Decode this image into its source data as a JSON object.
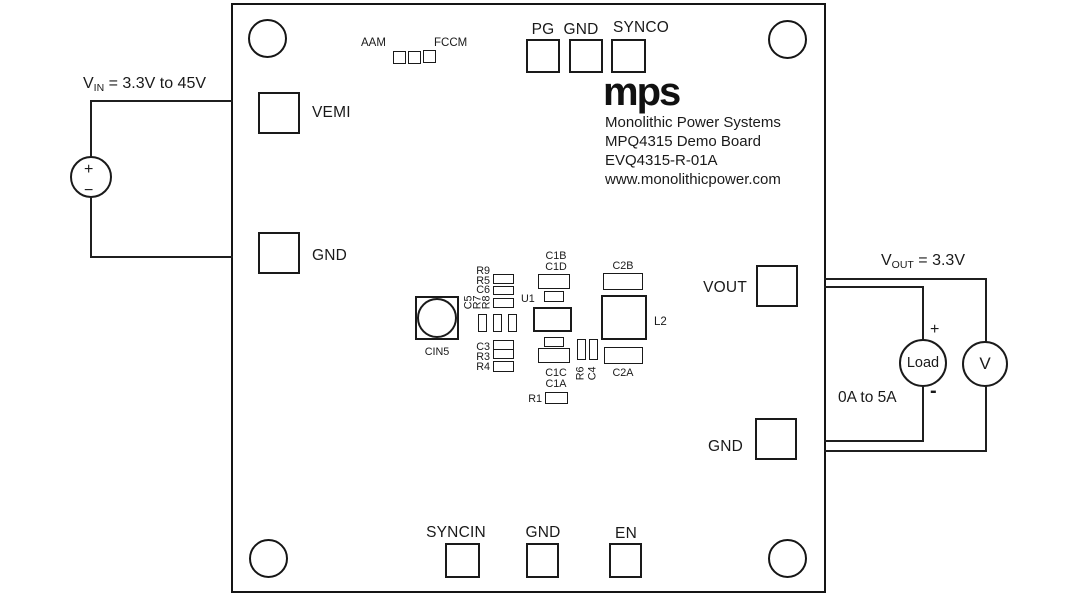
{
  "board": {
    "logo": {
      "brand": "mps",
      "line1": "Monolithic Power Systems",
      "line2": "MPQ4315 Demo Board",
      "line3": "EVQ4315-R-01A",
      "line4": "www.monolithicpower.com"
    },
    "jumper": {
      "left": "AAM",
      "right": "FCCM"
    },
    "top_pads": [
      "PG",
      "GND",
      "SYNCO"
    ],
    "left_pads": [
      "VEMI",
      "GND"
    ],
    "right_pads": [
      "VOUT",
      "GND"
    ],
    "bottom_pads": [
      "SYNCIN",
      "GND",
      "EN"
    ],
    "silkscreen": {
      "cin5": "CIN5",
      "r9": "R9",
      "r5": "R5",
      "c6": "C6",
      "c5": "C5",
      "r7": "R7",
      "r8": "R8",
      "c3": "C3",
      "r3": "R3",
      "r4": "R4",
      "u1": "U1",
      "c1b": "C1B",
      "c1d": "C1D",
      "c1c": "C1C",
      "c1a": "C1A",
      "r1": "R1",
      "r6": "R6",
      "c4": "C4",
      "c2b": "C2B",
      "c2a": "C2A",
      "l2": "L2"
    }
  },
  "input_circuit": {
    "v": "V",
    "sub": "IN",
    "rest": " = 3.3V to 45V",
    "plus": "+",
    "minus": "−"
  },
  "output_circuit": {
    "v": "V",
    "sub": "OUT",
    "rest": " = 3.3V",
    "load": "Load",
    "plus": "+",
    "minus": "-",
    "range": "0A to 5A",
    "meter": "V"
  },
  "colors": {
    "line": "#1f1f1f",
    "background": "#ffffff"
  }
}
